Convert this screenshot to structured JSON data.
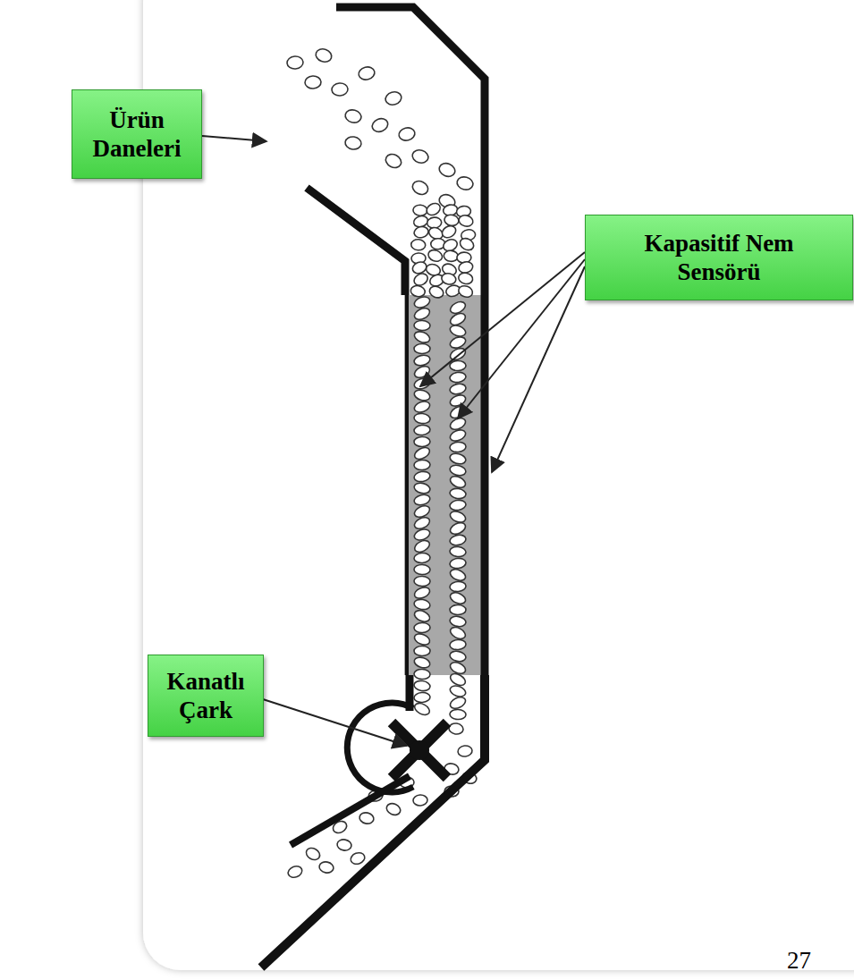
{
  "diagram": {
    "nodes": [
      {
        "text": [
          "Ürün Daneleri"
        ]
      },
      {
        "text": [
          "Kapasitif Nem Sensörü"
        ]
      },
      {
        "text": [
          "Kanatlı Çark"
        ]
      }
    ],
    "labels": [
      "27"
    ]
  }
}
